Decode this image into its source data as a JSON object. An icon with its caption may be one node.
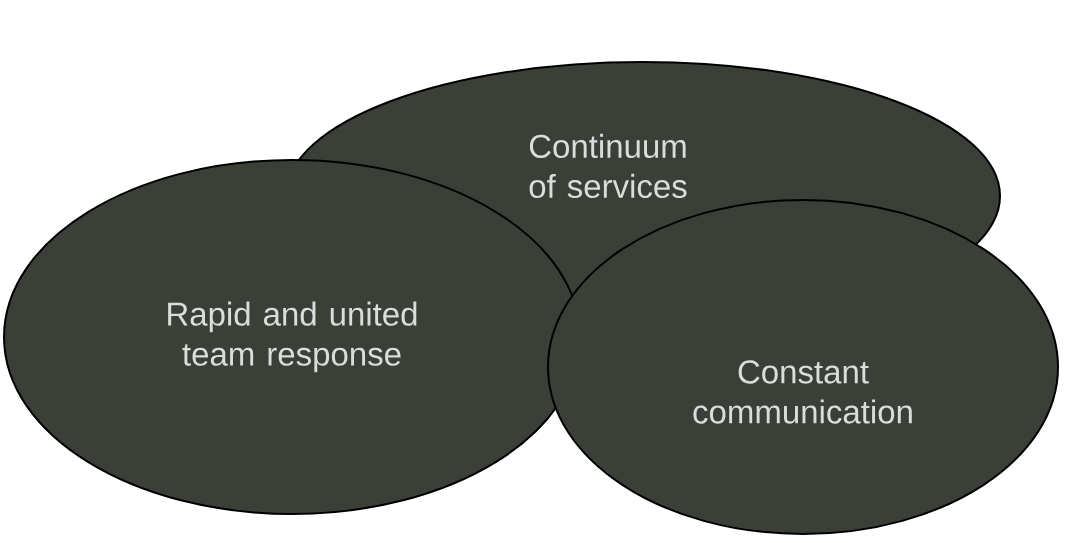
{
  "diagram": {
    "nodes": [
      {
        "text": [
          "Continuum of services"
        ]
      },
      {
        "text": [
          "Rapid and united team response"
        ]
      },
      {
        "text": [
          "Constant communication"
        ]
      }
    ]
  }
}
